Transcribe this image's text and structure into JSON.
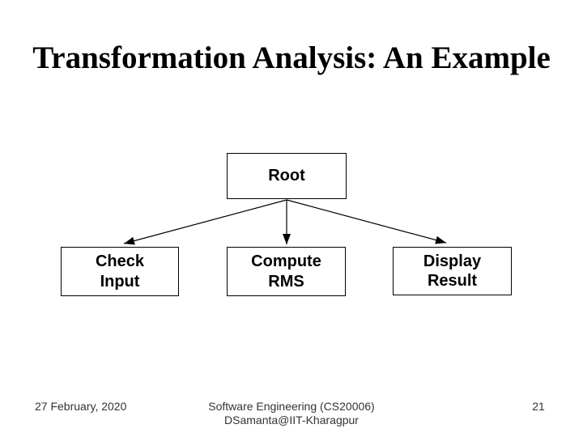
{
  "slide": {
    "title": "Transformation Analysis: An Example"
  },
  "diagram": {
    "type": "structure-chart",
    "nodes": [
      {
        "id": "root",
        "label": "Root"
      },
      {
        "id": "check-input",
        "label": "Check\nInput"
      },
      {
        "id": "compute-rms",
        "label": "Compute\nRMS"
      },
      {
        "id": "display-result",
        "label": "Display\nResult"
      }
    ],
    "edges": [
      {
        "from": "root",
        "to": "check-input"
      },
      {
        "from": "root",
        "to": "compute-rms"
      },
      {
        "from": "root",
        "to": "display-result"
      }
    ]
  },
  "footer": {
    "date": "27 February, 2020",
    "course": "Software Engineering (CS20006)",
    "author": "DSamanta@IIT-Kharagpur",
    "page_number": "21"
  },
  "colors": {
    "background": "#ffffff",
    "title_text": "#000000",
    "diagram_stroke": "#000000",
    "footer_text": "#333333"
  }
}
